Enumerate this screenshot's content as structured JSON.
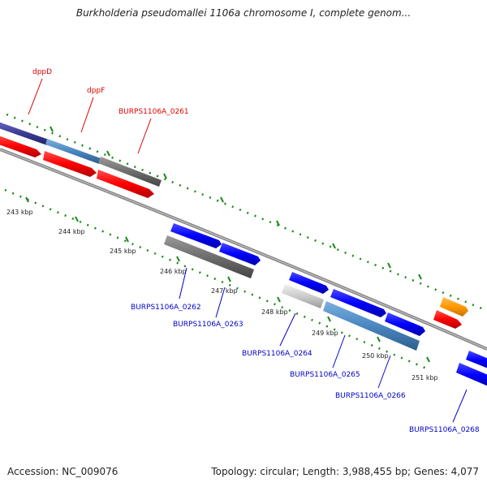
{
  "title": "Burkholderia pseudomallei 1106a chromosome I, complete genom...",
  "footer": {
    "accession": "Accession: NC_009076",
    "summary": "Topology: circular; Length: 3,988,455 bp; Genes: 4,077"
  },
  "kbp_labels": [
    "243 kbp",
    "244 kbp",
    "245 kbp",
    "246 kbp",
    "247 kbp",
    "248 kbp",
    "249 kbp",
    "250 kbp",
    "251 kbp"
  ],
  "top_labels": [
    "dppD",
    "dppF",
    "BURPS1106A_0261"
  ],
  "bottom_labels": [
    "BURPS1106A_0262",
    "BURPS1106A_0263",
    "BURPS1106A_0264",
    "BURPS1106A_0265",
    "BURPS1106A_0266",
    "BURPS1106A_0268"
  ],
  "colors": {
    "top_label": "#e00000",
    "bottom_label": "#0000c8",
    "red_gene": "#ff0000",
    "blue_gene": "#0000ff",
    "steelblue_gene": "#4a86c0",
    "gray_gene": "#707070",
    "lightgray_gene": "#c8c8c8",
    "orange_gene": "#ff9900",
    "navy_gene": "#3c3c96",
    "tick": "#1a8a1a",
    "backbone": "#888888"
  }
}
